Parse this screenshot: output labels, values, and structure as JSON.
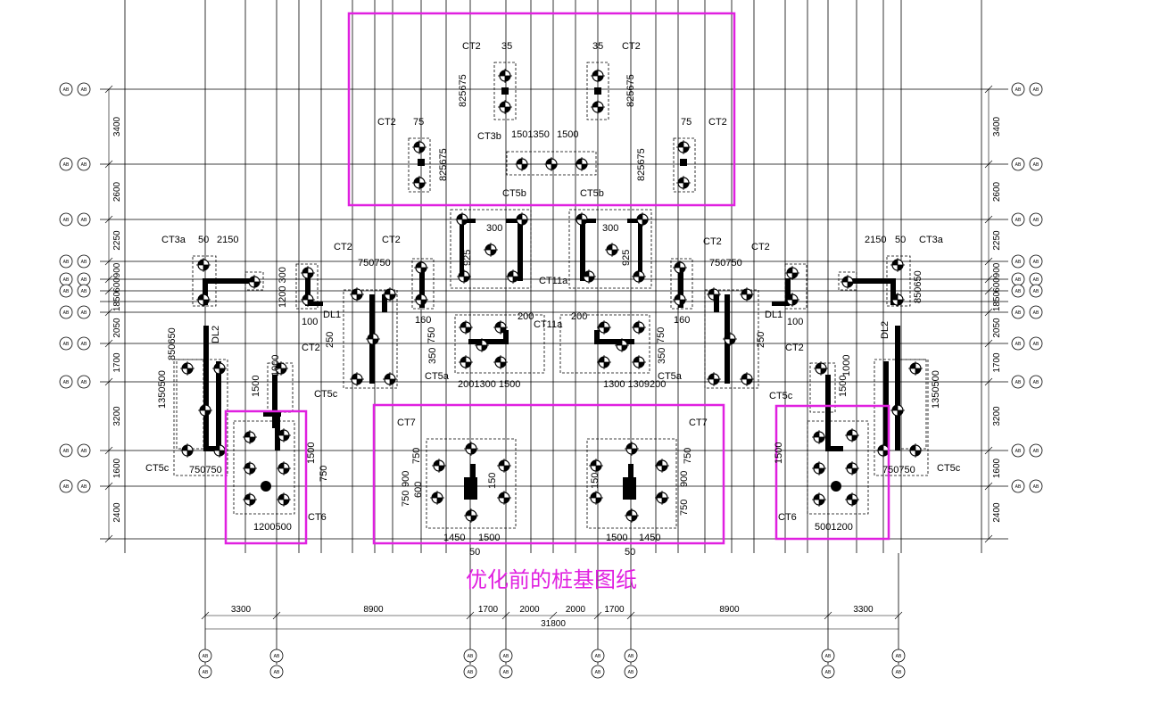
{
  "caption": "优化前的桩基图纸",
  "colors": {
    "line": "#000000",
    "highlight": "#e020e0",
    "dash": "#000000"
  },
  "bottom_dims": [
    "3300",
    "8900",
    "1700",
    "2000",
    "2000",
    "1700",
    "8900",
    "3300"
  ],
  "bottom_total": "31800",
  "left_dims": [
    "3400",
    "2600",
    "2250",
    "900",
    "600",
    "1850",
    "2050",
    "1700",
    "3200",
    "1600",
    "2400"
  ],
  "right_dims": [
    "3400",
    "2600",
    "2250",
    "900",
    "600",
    "1850",
    "2050",
    "1700",
    "3200",
    "1600",
    "2400"
  ],
  "cap_labels": {
    "ct2": "CT2",
    "ct3a": "CT3a",
    "ct3b": "CT3b",
    "ct5a": "CT5a",
    "ct5b": "CT5b",
    "ct5c": "CT5c",
    "ct6": "CT6",
    "ct7": "CT7",
    "ct11a": "CT11a",
    "dl1": "DL1",
    "dl2": "DL2"
  },
  "dim_texts": {
    "d35": "35",
    "d75": "75",
    "d825675": "825675",
    "d150": "150",
    "d1350": "1350",
    "d1500": "1500",
    "d2150": "2150",
    "d50": "50",
    "d750750": "750750",
    "d300": "300",
    "d925": "925",
    "d1200": "1200",
    "d100": "100",
    "d160": "160",
    "d250": "250",
    "d1000": "1000",
    "d350": "350",
    "d200": "200",
    "d2001300": "2001300",
    "d1300": "1300",
    "d1309200": "1309200",
    "d750": "750",
    "d900": "900",
    "d600": "600",
    "d1450": "1450",
    "d1200500": "1200500",
    "d5001200": "5001200",
    "d1350500": "1350500",
    "d850650": "850650"
  },
  "bubbles": {
    "left": "AB",
    "right": "AB"
  }
}
